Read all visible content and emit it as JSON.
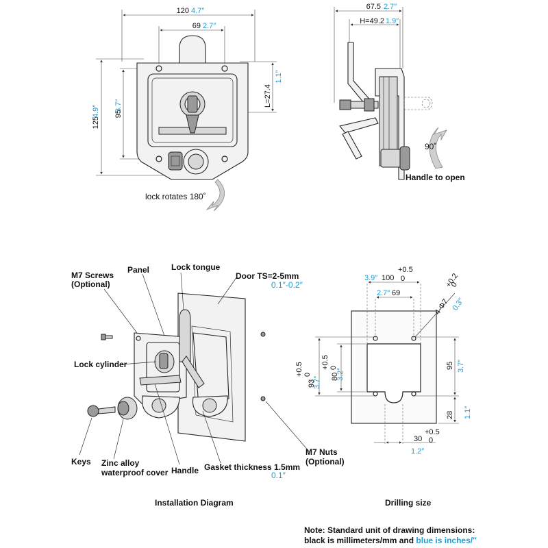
{
  "front_view": {
    "dim_width_mm": "120",
    "dim_width_in": "4.7″",
    "dim_hole_spacing_mm": "69",
    "dim_hole_spacing_in": "2.7″",
    "dim_height_mm": "125",
    "dim_height_in": "4.9″",
    "dim_inner_height_mm": "95",
    "dim_inner_height_in": "3.7″",
    "dim_L": "L=27.4",
    "dim_L_in": "1.1″",
    "rotate_label": "lock rotates 180˚"
  },
  "side_view": {
    "dim_depth_mm": "67.5",
    "dim_depth_in": "2.7″",
    "dim_H": "H=49.2",
    "dim_H_in": "1.9″",
    "angle_label": "90˚",
    "open_label": "Handle to open"
  },
  "installation": {
    "label_screws": "M7 Screws",
    "label_screws_opt": "(Optional)",
    "label_panel": "Panel",
    "label_tongue": "Lock tongue",
    "label_door": "Door TS=2-5mm",
    "label_door_in": "0.1″-0.2″",
    "label_cylinder": "Lock cylinder",
    "label_keys": "Keys",
    "label_cover_1": "Zinc alloy",
    "label_cover_2": "waterproof cover",
    "label_handle": "Handle",
    "label_gasket": "Gasket thickness 1.5mm",
    "label_gasket_in": "0.1″",
    "label_nuts": "M7 Nuts",
    "label_nuts_opt": "(Optional)",
    "caption": "Installation Diagram"
  },
  "drilling": {
    "dim_100_in": "3.9″",
    "dim_100": "100",
    "tol_100_plus": "+0.5",
    "tol_100_zero": "0",
    "dim_69_in": "2.7″",
    "dim_69": "69",
    "dim_hole": "4-Φ7",
    "tol_hole_plus": "+0.2",
    "tol_hole_zero": "0",
    "dim_hole_in": "0.3″",
    "dim_93": "93",
    "tol_93_plus": "+0.5",
    "tol_93_zero": "0",
    "dim_93_in": "3.7″",
    "dim_80": "80",
    "tol_80_plus": "+0.5",
    "tol_80_zero": "0",
    "dim_80_in": "3.2″",
    "dim_95": "95",
    "dim_95_in": "3.7″",
    "dim_28": "28",
    "dim_28_in": "1.1″",
    "dim_30": "30",
    "tol_30_plus": "+0.5",
    "tol_30_zero": "0",
    "dim_30_in": "1.2″",
    "caption": "Drilling size"
  },
  "note": {
    "line1": "Note: Standard unit of drawing dimensions:",
    "line2_a": "black is millimeters/mm and ",
    "line2_b": "blue is inches/″"
  },
  "colors": {
    "inch_blue": "#1a9fd8",
    "line": "#222222"
  }
}
